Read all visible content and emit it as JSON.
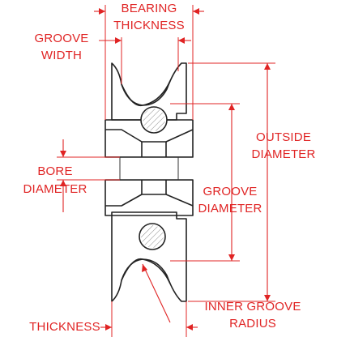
{
  "diagram": {
    "labels": {
      "bearing_thickness_line1": "BEARING",
      "bearing_thickness_line2": "THICKNESS",
      "groove_width_line1": "GROOVE",
      "groove_width_line2": "WIDTH",
      "outside_diameter_line1": "OUTSIDE",
      "outside_diameter_line2": "DIAMETER",
      "bore_diameter_line1": "BORE",
      "bore_diameter_line2": "DIAMETER",
      "groove_diameter_line1": "GROOVE",
      "groove_diameter_line2": "DIAMETER",
      "thickness": "THICKNESS",
      "inner_groove_radius_line1": "INNER GROOVE",
      "inner_groove_radius_line2": "RADIUS"
    },
    "colors": {
      "annotation": "#e02424",
      "outline": "#222222"
    }
  }
}
